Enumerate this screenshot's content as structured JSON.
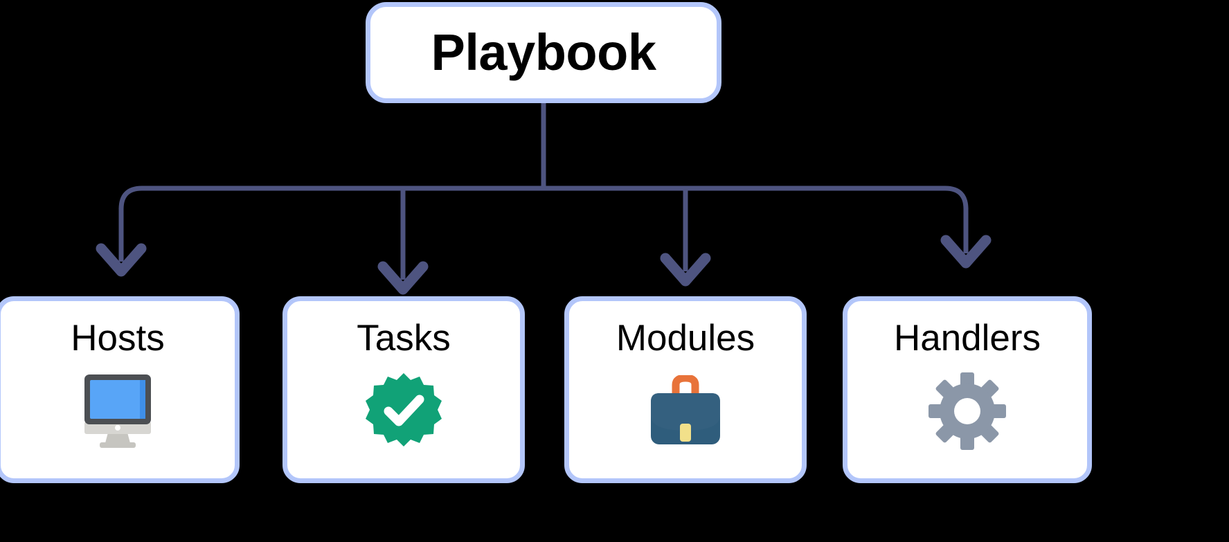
{
  "diagram": {
    "title": "Playbook",
    "type": "hierarchy-tree",
    "background_color": "#000000",
    "node_fill": "#ffffff",
    "node_border_color": "#b3c6fa",
    "connector_color": "#4e5480",
    "root": {
      "label": "Playbook"
    },
    "children": [
      {
        "label": "Hosts",
        "icon": "desktop-monitor-icon",
        "icon_colors": {
          "screen": "#58a5f7",
          "bezel": "#4c4f53",
          "stand": "#c6c5c0"
        }
      },
      {
        "label": "Tasks",
        "icon": "check-badge-icon",
        "icon_colors": {
          "badge": "#11a277",
          "check": "#ffffff"
        }
      },
      {
        "label": "Modules",
        "icon": "briefcase-icon",
        "icon_colors": {
          "body": "#2f5d7c",
          "flap": "#34607f",
          "handle": "#e8733a",
          "latch": "#f2e08a"
        }
      },
      {
        "label": "Handlers",
        "icon": "gear-icon",
        "icon_colors": {
          "gear": "#8b97a8",
          "hub": "#ffffff"
        }
      }
    ]
  }
}
